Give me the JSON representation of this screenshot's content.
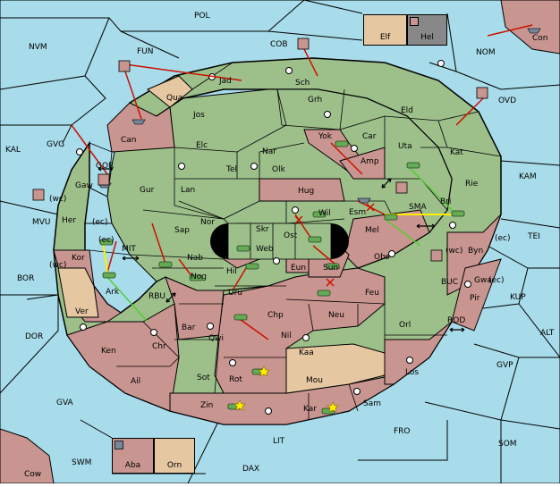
{
  "colors": {
    "sea": "#a8dcea",
    "neutral_land": "#9dc08b",
    "power_red": "#c99590",
    "power_tan": "#e5c7a1",
    "power_grey": "#888888",
    "order_arrow": "#cc1100",
    "support_arrow": "#ffee00",
    "move_line": "#55cc33"
  },
  "legend": {
    "top": [
      {
        "label": "Elf",
        "color": "#e5c7a1"
      },
      {
        "label": "Hel",
        "color": "#888888"
      }
    ],
    "bottom": [
      {
        "label": "Aba",
        "color": "#c99590"
      },
      {
        "label": "Orn",
        "color": "#e5c7a1"
      }
    ]
  },
  "labels": [
    {
      "id": "pol",
      "text": "POL"
    },
    {
      "id": "nvm",
      "text": "NVM"
    },
    {
      "id": "fun",
      "text": "FUN"
    },
    {
      "id": "cob",
      "text": "COB"
    },
    {
      "id": "nom",
      "text": "NOM"
    },
    {
      "id": "con",
      "text": "Con"
    },
    {
      "id": "ovd",
      "text": "OVD"
    },
    {
      "id": "jad",
      "text": "Jad"
    },
    {
      "id": "sch",
      "text": "Sch"
    },
    {
      "id": "qua",
      "text": "Qua"
    },
    {
      "id": "jos",
      "text": "Jos"
    },
    {
      "id": "grh",
      "text": "Grh"
    },
    {
      "id": "eld",
      "text": "Eld"
    },
    {
      "id": "kal",
      "text": "KAL"
    },
    {
      "id": "gvg",
      "text": "GVG"
    },
    {
      "id": "can",
      "text": "Can"
    },
    {
      "id": "elc",
      "text": "Elc"
    },
    {
      "id": "nar",
      "text": "Nar"
    },
    {
      "id": "yok",
      "text": "Yok"
    },
    {
      "id": "car",
      "text": "Car"
    },
    {
      "id": "uta",
      "text": "Uta"
    },
    {
      "id": "kat",
      "text": "Kat"
    },
    {
      "id": "kam",
      "text": "KAM"
    },
    {
      "id": "gor",
      "text": "GOR"
    },
    {
      "id": "gaw",
      "text": "Gaw"
    },
    {
      "id": "tel",
      "text": "Tel"
    },
    {
      "id": "olk",
      "text": "Olk"
    },
    {
      "id": "amp",
      "text": "Amp"
    },
    {
      "id": "rie",
      "text": "Rie"
    },
    {
      "id": "gur",
      "text": "Gur"
    },
    {
      "id": "lan",
      "text": "Lan"
    },
    {
      "id": "hug",
      "text": "Hug"
    },
    {
      "id": "sma",
      "text": "SMA"
    },
    {
      "id": "bri",
      "text": "Bri"
    },
    {
      "id": "mvu_wc",
      "text": "(wc)"
    },
    {
      "id": "mvu",
      "text": "MVU"
    },
    {
      "id": "her",
      "text": "Her"
    },
    {
      "id": "her_ec",
      "text": "(ec)"
    },
    {
      "id": "nor",
      "text": "Nor"
    },
    {
      "id": "skr",
      "text": "Skr"
    },
    {
      "id": "wil",
      "text": "Wil"
    },
    {
      "id": "esm",
      "text": "Esm"
    },
    {
      "id": "mel",
      "text": "Mel"
    },
    {
      "id": "tei",
      "text": "TEI"
    },
    {
      "id": "mit_ec",
      "text": "(ec)"
    },
    {
      "id": "mit",
      "text": "MIT"
    },
    {
      "id": "sap",
      "text": "Sap"
    },
    {
      "id": "web",
      "text": "Web"
    },
    {
      "id": "ost",
      "text": "Ost"
    },
    {
      "id": "byn_wc",
      "text": "(wc)"
    },
    {
      "id": "byn",
      "text": "Byn"
    },
    {
      "id": "byn_ec",
      "text": "(ec)"
    },
    {
      "id": "kor",
      "text": "Kor"
    },
    {
      "id": "kor_wc",
      "text": "(wc)"
    },
    {
      "id": "nab",
      "text": "Nab"
    },
    {
      "id": "eun",
      "text": "Eun"
    },
    {
      "id": "sun",
      "text": "Sun"
    },
    {
      "id": "obs",
      "text": "Obs"
    },
    {
      "id": "gwa",
      "text": "Gwa"
    },
    {
      "id": "gwa_ec",
      "text": "(ec)"
    },
    {
      "id": "bor",
      "text": "BOR"
    },
    {
      "id": "hil",
      "text": "Hil"
    },
    {
      "id": "nog",
      "text": "Nog"
    },
    {
      "id": "buc",
      "text": "BUC"
    },
    {
      "id": "ark",
      "text": "Ark"
    },
    {
      "id": "rbu",
      "text": "RBU"
    },
    {
      "id": "uru",
      "text": "Uru"
    },
    {
      "id": "feu",
      "text": "Feu"
    },
    {
      "id": "kup",
      "text": "KUP"
    },
    {
      "id": "pir",
      "text": "Pir"
    },
    {
      "id": "ver",
      "text": "Ver"
    },
    {
      "id": "chp",
      "text": "Chp"
    },
    {
      "id": "neu",
      "text": "Neu"
    },
    {
      "id": "orl",
      "text": "Orl"
    },
    {
      "id": "rod",
      "text": "ROD"
    },
    {
      "id": "dor",
      "text": "DOR"
    },
    {
      "id": "bar",
      "text": "Bar"
    },
    {
      "id": "qwi",
      "text": "Qwi"
    },
    {
      "id": "nil",
      "text": "Nil"
    },
    {
      "id": "alt",
      "text": "ALT"
    },
    {
      "id": "chr",
      "text": "Chr"
    },
    {
      "id": "ken",
      "text": "Ken"
    },
    {
      "id": "kaa",
      "text": "Kaa"
    },
    {
      "id": "gvp",
      "text": "GVP"
    },
    {
      "id": "ail",
      "text": "Ail"
    },
    {
      "id": "sot",
      "text": "Sot"
    },
    {
      "id": "rot",
      "text": "Rot"
    },
    {
      "id": "mou",
      "text": "Mou"
    },
    {
      "id": "los",
      "text": "Los"
    },
    {
      "id": "gva",
      "text": "GVA"
    },
    {
      "id": "zin",
      "text": "Zin"
    },
    {
      "id": "kar",
      "text": "Kar"
    },
    {
      "id": "sam",
      "text": "Sam"
    },
    {
      "id": "fro",
      "text": "FRO"
    },
    {
      "id": "lit",
      "text": "LIT"
    },
    {
      "id": "som",
      "text": "SOM"
    },
    {
      "id": "swm",
      "text": "SWM"
    },
    {
      "id": "dax",
      "text": "DAX"
    },
    {
      "id": "cow",
      "text": "Cow"
    }
  ]
}
